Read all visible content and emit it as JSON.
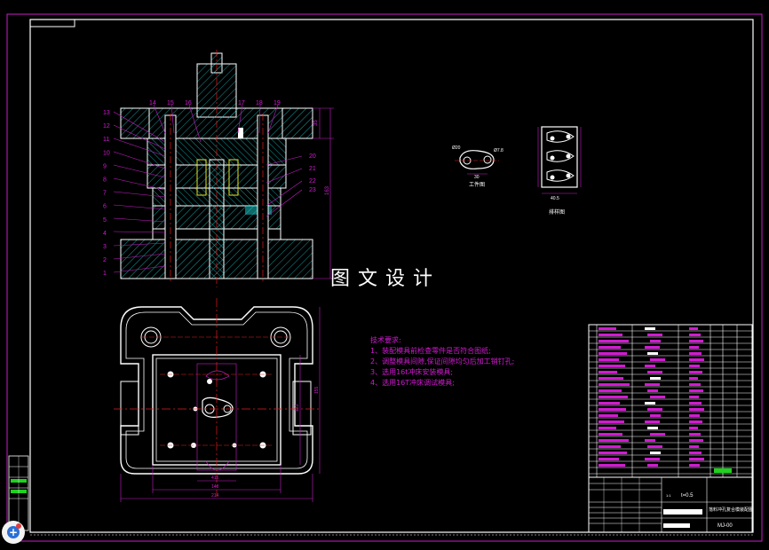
{
  "title": "图文设计",
  "notes": {
    "heading": "技术要求:",
    "items": [
      "1、装配模具前检查零件是否符合图纸;",
      "2、调整模具间隙,保证间隙均匀后加工销钉孔;",
      "3、选用16t冲床安装模具;",
      "4、选用16T冲床调试模具;"
    ]
  },
  "part_labels_left": [
    "13",
    "12",
    "11",
    "10",
    "9",
    "8",
    "7",
    "6",
    "5",
    "4",
    "3",
    "2",
    "1"
  ],
  "part_labels_top": [
    "14",
    "15",
    "16",
    "17",
    "18",
    "19"
  ],
  "part_labels_right": [
    "20",
    "21",
    "22",
    "23"
  ],
  "dims": {
    "right_h1": "35",
    "right_h2": "163",
    "bottom_w1": "415",
    "bottom_w2": "148",
    "bottom_w3": "214",
    "plan_h1": "133",
    "plan_h2": "155",
    "part_d1": "Ø20",
    "part_d2": "Ø7.8",
    "part_w": "30",
    "strip_w": "40.5"
  },
  "part_caption": "工件图",
  "strip_caption": "排样图",
  "titleblock": {
    "thickness": "t=0.5",
    "scale": "1:1",
    "name": "落料冲孔复合模装配图",
    "code": "MJ-00"
  },
  "colors": {
    "bg": "#000000",
    "outline": "#ffffff",
    "hatch": "#19c3c3",
    "dim": "#c81ec8",
    "center": "#e01e1e",
    "yellow": "#e6e61e",
    "green": "#1ed21e"
  }
}
